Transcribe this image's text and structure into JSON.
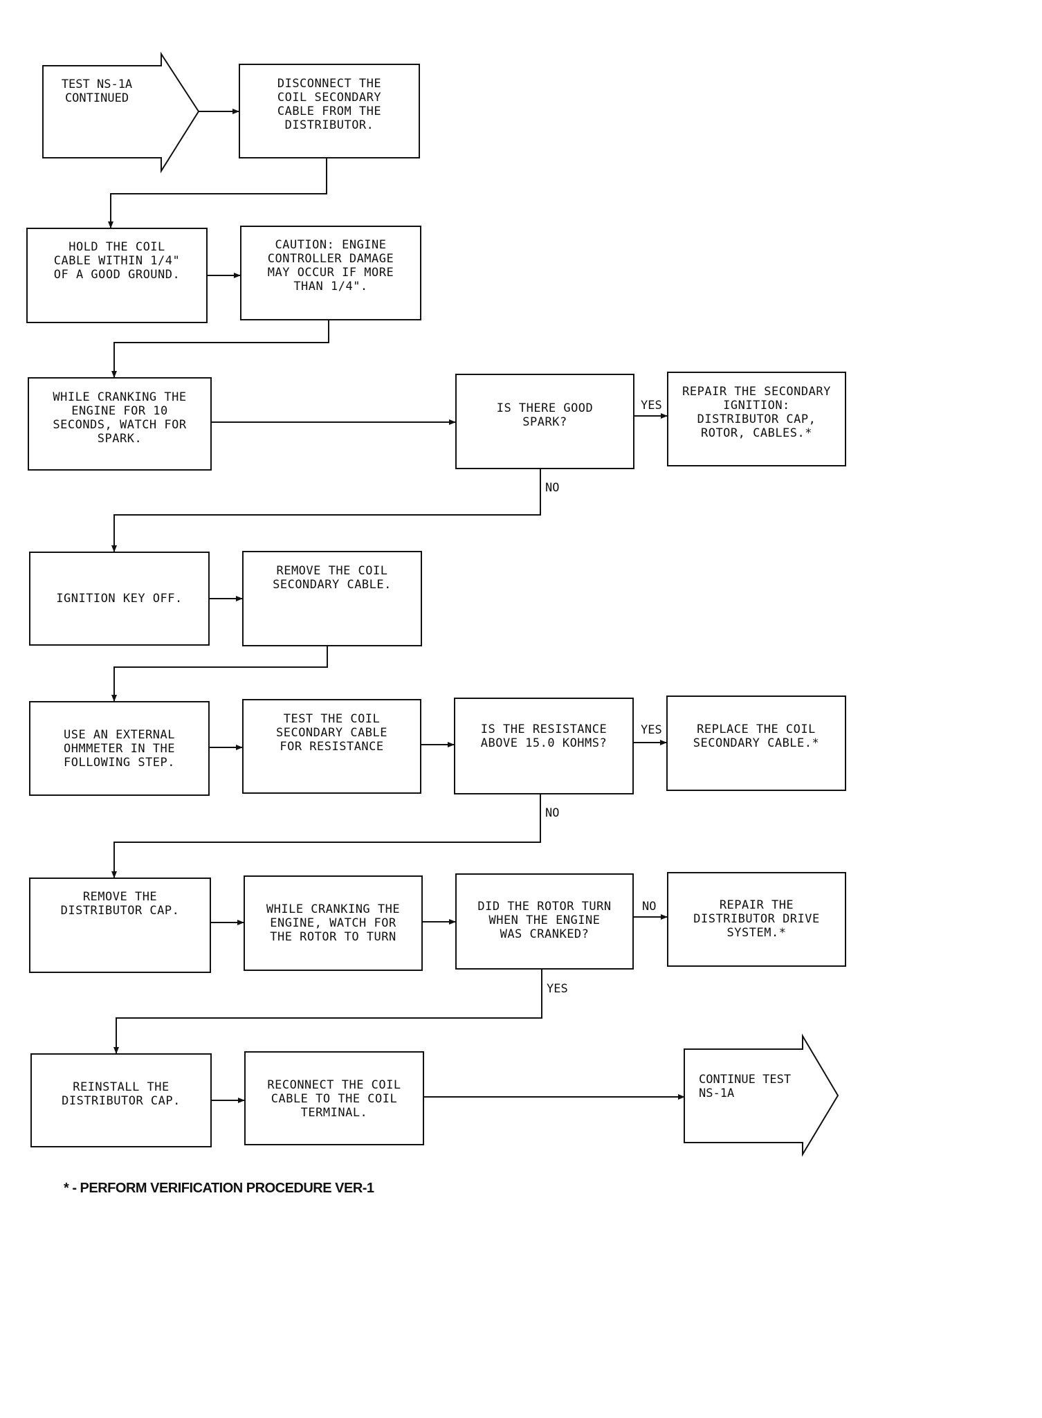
{
  "start": {
    "text": "TEST NS-1A\nCONTINUED"
  },
  "end": {
    "text": "CONTINUE TEST\nNS-1A"
  },
  "steps": {
    "disconnect": "DISCONNECT THE\nCOIL SECONDARY\nCABLE FROM THE\nDISTRIBUTOR.",
    "hold": "HOLD THE COIL\nCABLE WITHIN 1/4\"\nOF A GOOD GROUND.",
    "caution": "CAUTION: ENGINE\nCONTROLLER DAMAGE\nMAY OCCUR IF MORE\nTHAN 1/4\".",
    "crank_spark": "WHILE CRANKING THE\nENGINE FOR 10\nSECONDS, WATCH FOR\nSPARK.",
    "q_spark": "IS THERE GOOD\nSPARK?",
    "repair_secondary": "REPAIR THE SECONDARY\nIGNITION:\nDISTRIBUTOR CAP,\nROTOR, CABLES.*",
    "key_off": "IGNITION KEY OFF.",
    "remove_cable": "REMOVE THE COIL\nSECONDARY CABLE.",
    "ohmmeter": "USE AN EXTERNAL\nOHMMETER IN THE\nFOLLOWING STEP.",
    "test_cable": "TEST THE COIL\nSECONDARY CABLE\nFOR RESISTANCE",
    "q_resistance": "IS THE RESISTANCE\nABOVE 15.0 KOHMS?",
    "replace_cable": "REPLACE THE COIL\nSECONDARY CABLE.*",
    "remove_cap": "REMOVE THE\nDISTRIBUTOR CAP.",
    "crank_rotor": "WHILE CRANKING THE\nENGINE, WATCH FOR\nTHE ROTOR TO TURN",
    "q_rotor": "DID THE ROTOR TURN\nWHEN THE ENGINE\nWAS CRANKED?",
    "repair_drive": "REPAIR THE\nDISTRIBUTOR DRIVE\nSYSTEM.*",
    "reinstall_cap": "REINSTALL THE\nDISTRIBUTOR CAP.",
    "reconnect": "RECONNECT THE COIL\nCABLE TO THE COIL\nTERMINAL."
  },
  "labels": {
    "spark_yes": "YES",
    "spark_no": "NO",
    "resistance_yes": "YES",
    "resistance_no": "NO",
    "rotor_no": "NO",
    "rotor_yes": "YES"
  },
  "footnote": "* - PERFORM VERIFICATION PROCEDURE VER-1"
}
